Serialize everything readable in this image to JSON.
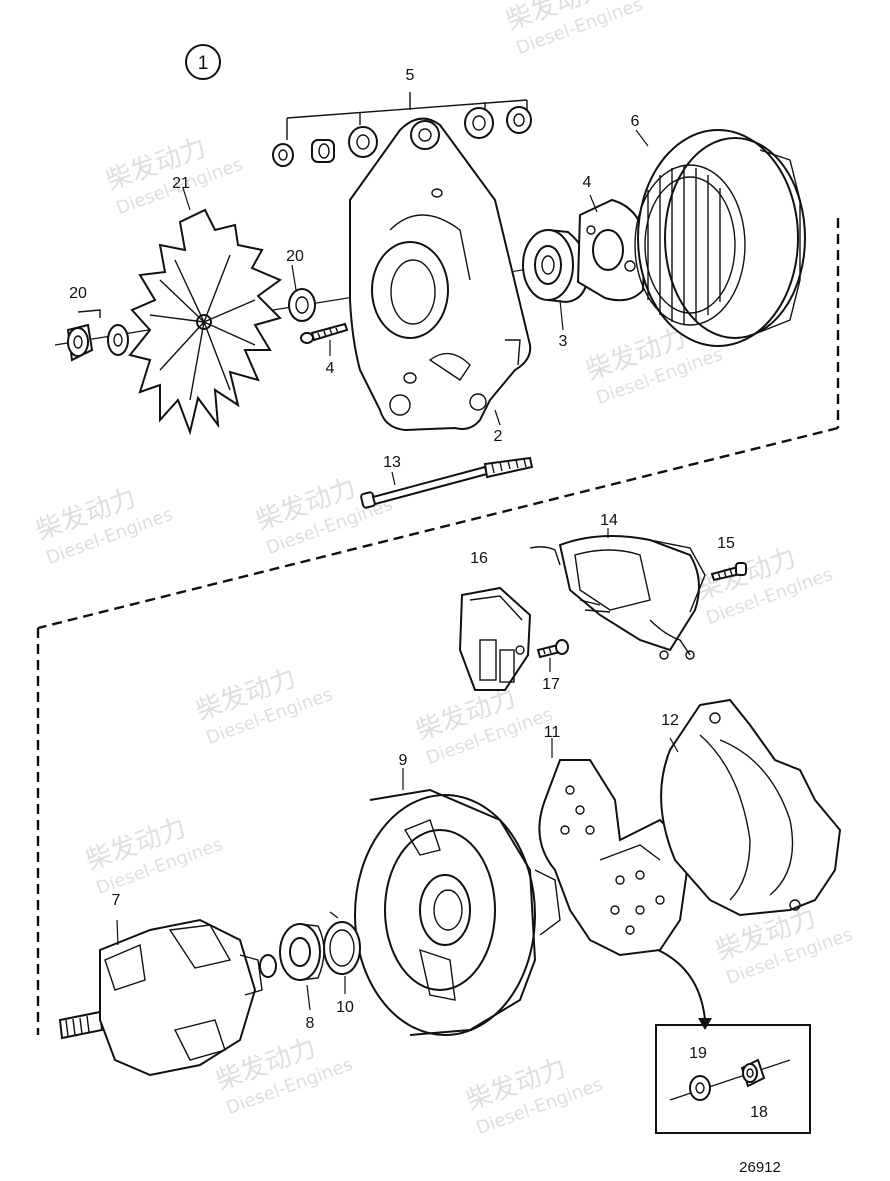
{
  "diagram_index": "1",
  "drawing_number": "26912",
  "watermark": {
    "brand_cn": "柴发动力",
    "brand_en": "Diesel-Engines"
  },
  "callouts": {
    "c1": "1",
    "c2": "2",
    "c3": "3",
    "c4a": "4",
    "c4b": "4",
    "c5": "5",
    "c6": "6",
    "c7": "7",
    "c8": "8",
    "c9": "9",
    "c10": "10",
    "c11": "11",
    "c12": "12",
    "c13": "13",
    "c14": "14",
    "c15": "15",
    "c16": "16",
    "c17": "17",
    "c18": "18",
    "c19": "19",
    "c20a": "20",
    "c20b": "20",
    "c21": "21"
  }
}
